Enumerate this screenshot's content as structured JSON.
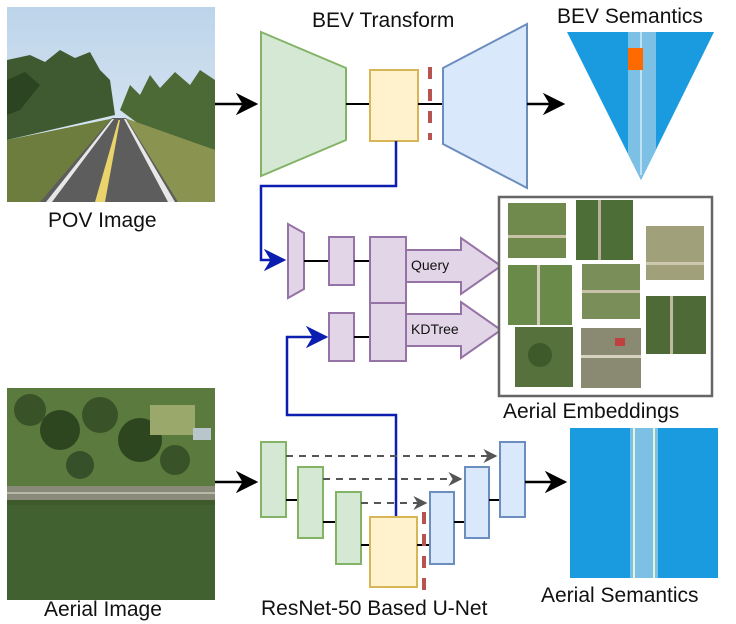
{
  "labels": {
    "pov_image": "POV Image",
    "bev_transform": "BEV Transform",
    "bev_semantics": "BEV Semantics",
    "query": "Query",
    "kdtree": "KDTree",
    "aerial_embeddings": "Aerial Embeddings",
    "aerial_image": "Aerial Image",
    "unet": "ResNet-50 Based U-Net",
    "aerial_semantics": "Aerial Semantics"
  },
  "colors": {
    "green_fill": "#d5e8d4",
    "green_stroke": "#82b366",
    "yellow_fill": "#fff2cc",
    "yellow_stroke": "#d6b656",
    "blue_fill": "#dae8fc",
    "blue_stroke": "#6c8ebf",
    "purple_fill": "#e1d5e7",
    "purple_stroke": "#9673a6",
    "red_dash": "#b85450",
    "connector_blue": "#0b1eb0",
    "semantic_blue": "#1a9be0",
    "road_light_blue": "#7cc0e6",
    "orange": "#ff6a00"
  }
}
